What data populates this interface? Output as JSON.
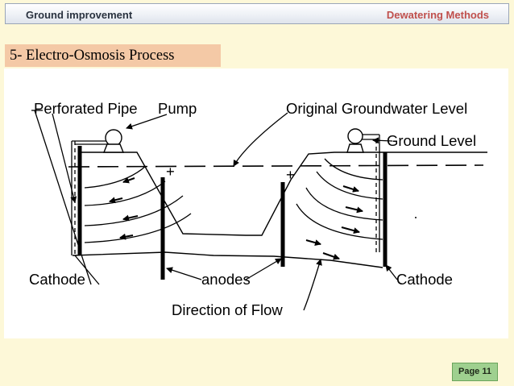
{
  "header": {
    "left_title": "Ground improvement",
    "right_title": "Dewatering Methods"
  },
  "section": {
    "title": "5- Electro-Osmosis Process"
  },
  "diagram": {
    "labels": {
      "perforated_pipe": "Perforated Pipe",
      "pump": "Pump",
      "original_groundwater_level": "Original Groundwater Level",
      "ground_level": "Ground Level",
      "cathode_left": "Cathode",
      "anodes": "anodes",
      "cathode_right": "Cathode",
      "direction_of_flow": "Direction of Flow",
      "plus_left": "+",
      "plus_right": "+"
    }
  },
  "footer": {
    "page_label": "Page 11"
  }
}
